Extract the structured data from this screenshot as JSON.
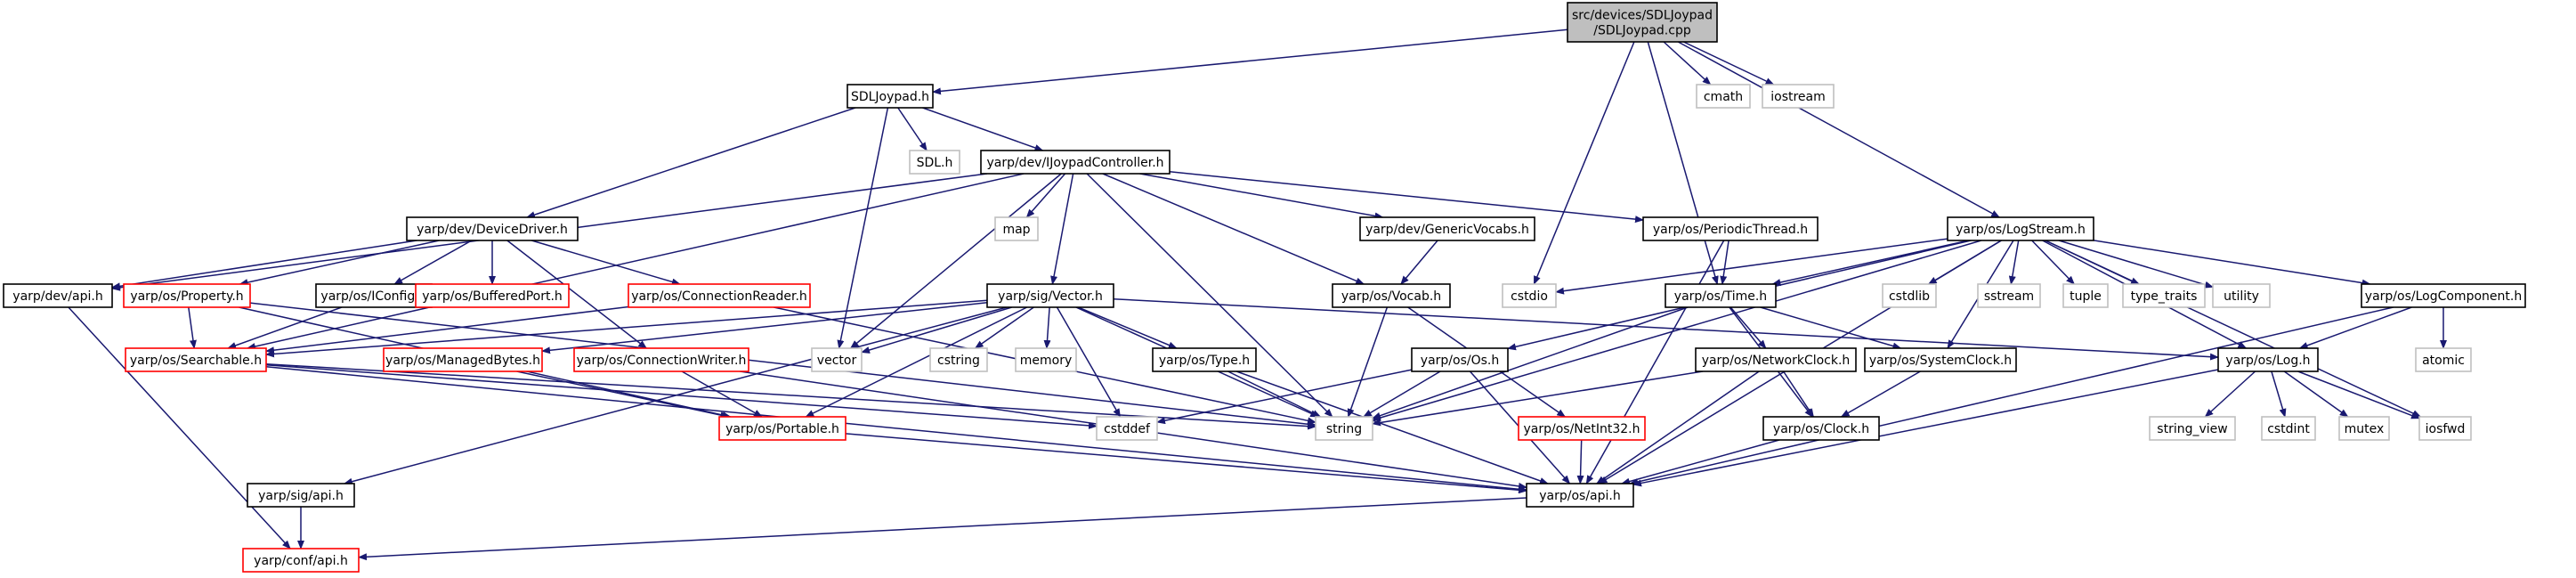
{
  "colors": {
    "edge": "#191970",
    "node_normal": "#000000",
    "node_missing": "#ff0000",
    "node_system": "#bfbfbf",
    "root_fill": "#bfbfbf",
    "background": "#ffffff"
  },
  "nodes": {
    "root": {
      "lines": [
        "src/devices/SDLJoypad",
        "/SDLJoypad.cpp"
      ],
      "style": "root"
    },
    "sdljoypad_h": {
      "lines": [
        "SDLJoypad.h"
      ],
      "style": "normal"
    },
    "cmath": {
      "lines": [
        "cmath"
      ],
      "style": "system"
    },
    "iostream": {
      "lines": [
        "iostream"
      ],
      "style": "system"
    },
    "sdl_h": {
      "lines": [
        "SDL.h"
      ],
      "style": "system"
    },
    "ijoypad": {
      "lines": [
        "yarp/dev/IJoypadController.h"
      ],
      "style": "normal"
    },
    "devicedriver": {
      "lines": [
        "yarp/dev/DeviceDriver.h"
      ],
      "style": "normal"
    },
    "map": {
      "lines": [
        "map"
      ],
      "style": "system"
    },
    "genericvocabs": {
      "lines": [
        "yarp/dev/GenericVocabs.h"
      ],
      "style": "normal"
    },
    "periodicthread": {
      "lines": [
        "yarp/os/PeriodicThread.h"
      ],
      "style": "normal"
    },
    "logstream": {
      "lines": [
        "yarp/os/LogStream.h"
      ],
      "style": "normal"
    },
    "dev_api": {
      "lines": [
        "yarp/dev/api.h"
      ],
      "style": "normal"
    },
    "property": {
      "lines": [
        "yarp/os/Property.h"
      ],
      "style": "missing"
    },
    "iconfig": {
      "lines": [
        "yarp/os/IConfig.h"
      ],
      "style": "normal"
    },
    "bufferedport": {
      "lines": [
        "yarp/os/BufferedPort.h"
      ],
      "style": "missing"
    },
    "connectionreader": {
      "lines": [
        "yarp/os/ConnectionReader.h"
      ],
      "style": "missing"
    },
    "sig_vector": {
      "lines": [
        "yarp/sig/Vector.h"
      ],
      "style": "normal"
    },
    "vocab": {
      "lines": [
        "yarp/os/Vocab.h"
      ],
      "style": "normal"
    },
    "cstdio": {
      "lines": [
        "cstdio"
      ],
      "style": "system"
    },
    "time_h": {
      "lines": [
        "yarp/os/Time.h"
      ],
      "style": "normal"
    },
    "cstdlib": {
      "lines": [
        "cstdlib"
      ],
      "style": "system"
    },
    "sstream": {
      "lines": [
        "sstream"
      ],
      "style": "system"
    },
    "tuple": {
      "lines": [
        "tuple"
      ],
      "style": "system"
    },
    "type_traits": {
      "lines": [
        "type_traits"
      ],
      "style": "system"
    },
    "utility": {
      "lines": [
        "utility"
      ],
      "style": "system"
    },
    "logcomponent": {
      "lines": [
        "yarp/os/LogComponent.h"
      ],
      "style": "normal"
    },
    "searchable": {
      "lines": [
        "yarp/os/Searchable.h"
      ],
      "style": "missing"
    },
    "managedbytes": {
      "lines": [
        "yarp/os/ManagedBytes.h"
      ],
      "style": "missing"
    },
    "connectionwriter": {
      "lines": [
        "yarp/os/ConnectionWriter.h"
      ],
      "style": "missing"
    },
    "vector": {
      "lines": [
        "vector"
      ],
      "style": "system"
    },
    "cstring": {
      "lines": [
        "cstring"
      ],
      "style": "system"
    },
    "memory": {
      "lines": [
        "memory"
      ],
      "style": "system"
    },
    "type_h": {
      "lines": [
        "yarp/os/Type.h"
      ],
      "style": "normal"
    },
    "os_h": {
      "lines": [
        "yarp/os/Os.h"
      ],
      "style": "normal"
    },
    "networkclock": {
      "lines": [
        "yarp/os/NetworkClock.h"
      ],
      "style": "normal"
    },
    "systemclock": {
      "lines": [
        "yarp/os/SystemClock.h"
      ],
      "style": "normal"
    },
    "log_h": {
      "lines": [
        "yarp/os/Log.h"
      ],
      "style": "normal"
    },
    "atomic": {
      "lines": [
        "atomic"
      ],
      "style": "system"
    },
    "cstddef": {
      "lines": [
        "cstddef"
      ],
      "style": "system"
    },
    "string": {
      "lines": [
        "string"
      ],
      "style": "system"
    },
    "portable": {
      "lines": [
        "yarp/os/Portable.h"
      ],
      "style": "missing"
    },
    "netint32": {
      "lines": [
        "yarp/os/NetInt32.h"
      ],
      "style": "missing"
    },
    "clock_h": {
      "lines": [
        "yarp/os/Clock.h"
      ],
      "style": "normal"
    },
    "string_view": {
      "lines": [
        "string_view"
      ],
      "style": "system"
    },
    "cstdint": {
      "lines": [
        "cstdint"
      ],
      "style": "system"
    },
    "mutex": {
      "lines": [
        "mutex"
      ],
      "style": "system"
    },
    "iosfwd": {
      "lines": [
        "iosfwd"
      ],
      "style": "system"
    },
    "sig_api": {
      "lines": [
        "yarp/sig/api.h"
      ],
      "style": "normal"
    },
    "os_api": {
      "lines": [
        "yarp/os/api.h"
      ],
      "style": "normal"
    },
    "conf_api": {
      "lines": [
        "yarp/conf/api.h"
      ],
      "style": "missing"
    }
  },
  "edges": [
    [
      "root",
      "sdljoypad_h"
    ],
    [
      "root",
      "cmath"
    ],
    [
      "root",
      "iostream"
    ],
    [
      "root",
      "cstdio"
    ],
    [
      "root",
      "time_h"
    ],
    [
      "root",
      "logstream"
    ],
    [
      "sdljoypad_h",
      "sdl_h"
    ],
    [
      "sdljoypad_h",
      "ijoypad"
    ],
    [
      "sdljoypad_h",
      "devicedriver"
    ],
    [
      "sdljoypad_h",
      "vector"
    ],
    [
      "ijoypad",
      "dev_api"
    ],
    [
      "ijoypad",
      "map"
    ],
    [
      "ijoypad",
      "genericvocabs"
    ],
    [
      "ijoypad",
      "periodicthread"
    ],
    [
      "ijoypad",
      "sig_vector"
    ],
    [
      "ijoypad",
      "vocab"
    ],
    [
      "ijoypad",
      "vector"
    ],
    [
      "ijoypad",
      "string"
    ],
    [
      "ijoypad",
      "searchable"
    ],
    [
      "devicedriver",
      "dev_api"
    ],
    [
      "devicedriver",
      "property"
    ],
    [
      "devicedriver",
      "iconfig"
    ],
    [
      "devicedriver",
      "bufferedport"
    ],
    [
      "devicedriver",
      "connectionreader"
    ],
    [
      "devicedriver",
      "connectionwriter"
    ],
    [
      "genericvocabs",
      "vocab"
    ],
    [
      "periodicthread",
      "time_h"
    ],
    [
      "periodicthread",
      "os_api"
    ],
    [
      "logstream",
      "cstdio"
    ],
    [
      "logstream",
      "time_h"
    ],
    [
      "logstream",
      "cstdlib"
    ],
    [
      "logstream",
      "sstream"
    ],
    [
      "logstream",
      "tuple"
    ],
    [
      "logstream",
      "type_traits"
    ],
    [
      "logstream",
      "utility"
    ],
    [
      "logstream",
      "logcomponent"
    ],
    [
      "logstream",
      "log_h"
    ],
    [
      "logstream",
      "iosfwd"
    ],
    [
      "logstream",
      "systemclock"
    ],
    [
      "logstream",
      "string"
    ],
    [
      "logstream",
      "os_h"
    ],
    [
      "logstream",
      "os_api"
    ],
    [
      "dev_api",
      "conf_api"
    ],
    [
      "property",
      "searchable"
    ],
    [
      "property",
      "portable"
    ],
    [
      "property",
      "string"
    ],
    [
      "iconfig",
      "searchable"
    ],
    [
      "connectionreader",
      "searchable"
    ],
    [
      "connectionreader",
      "string"
    ],
    [
      "sig_vector",
      "searchable"
    ],
    [
      "sig_vector",
      "managedbytes"
    ],
    [
      "sig_vector",
      "vector"
    ],
    [
      "sig_vector",
      "cstring"
    ],
    [
      "sig_vector",
      "memory"
    ],
    [
      "sig_vector",
      "type_h"
    ],
    [
      "sig_vector",
      "cstddef"
    ],
    [
      "sig_vector",
      "string"
    ],
    [
      "sig_vector",
      "sig_api"
    ],
    [
      "sig_vector",
      "log_h"
    ],
    [
      "sig_vector",
      "portable"
    ],
    [
      "vocab",
      "string"
    ],
    [
      "vocab",
      "netint32"
    ],
    [
      "time_h",
      "networkclock"
    ],
    [
      "time_h",
      "systemclock"
    ],
    [
      "time_h",
      "clock_h"
    ],
    [
      "time_h",
      "string"
    ],
    [
      "logcomponent",
      "log_h"
    ],
    [
      "logcomponent",
      "atomic"
    ],
    [
      "logcomponent",
      "os_api"
    ],
    [
      "searchable",
      "string"
    ],
    [
      "searchable",
      "cstddef"
    ],
    [
      "searchable",
      "os_api"
    ],
    [
      "managedbytes",
      "portable"
    ],
    [
      "connectionwriter",
      "portable"
    ],
    [
      "connectionwriter",
      "os_api"
    ],
    [
      "type_h",
      "string"
    ],
    [
      "type_h",
      "os_api"
    ],
    [
      "os_h",
      "cstddef"
    ],
    [
      "os_h",
      "string"
    ],
    [
      "os_h",
      "os_api"
    ],
    [
      "networkclock",
      "clock_h"
    ],
    [
      "networkclock",
      "string"
    ],
    [
      "networkclock",
      "os_api"
    ],
    [
      "systemclock",
      "clock_h"
    ],
    [
      "log_h",
      "string_view"
    ],
    [
      "log_h",
      "cstdint"
    ],
    [
      "log_h",
      "mutex"
    ],
    [
      "log_h",
      "iosfwd"
    ],
    [
      "log_h",
      "os_api"
    ],
    [
      "portable",
      "os_api"
    ],
    [
      "netint32",
      "os_api"
    ],
    [
      "clock_h",
      "os_api"
    ],
    [
      "sig_api",
      "conf_api"
    ],
    [
      "os_api",
      "conf_api"
    ]
  ]
}
